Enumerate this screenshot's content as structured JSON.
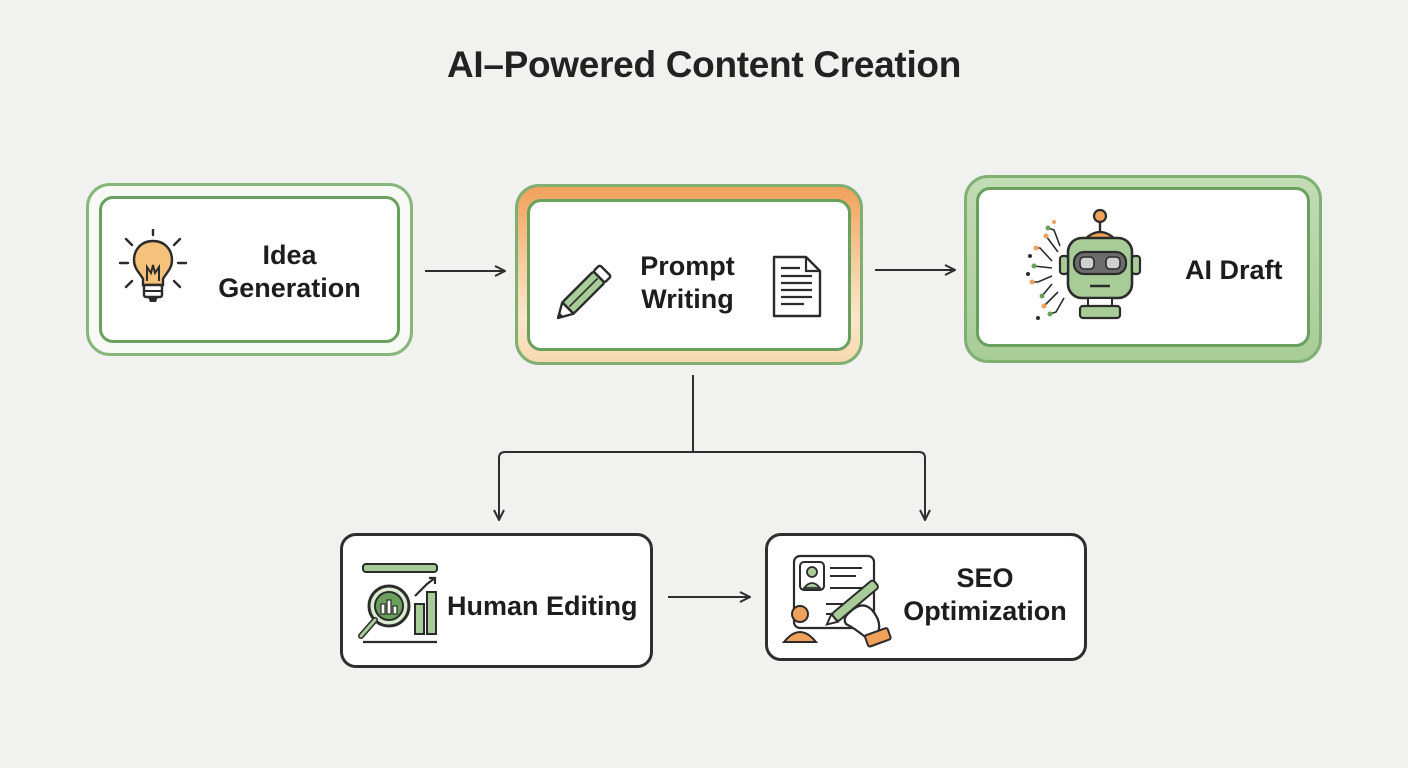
{
  "title": "AI–Powered Content Creation",
  "nodes": {
    "idea": {
      "line1": "Idea",
      "line2": "Generation"
    },
    "prompt": {
      "line1": "Prompt",
      "line2": "Writing"
    },
    "draft": {
      "label": "AI Draft"
    },
    "editing": {
      "label": "Human Editing"
    },
    "seo": {
      "line1": "SEO",
      "line2": "Optimization"
    }
  },
  "icons": {
    "idea": "lightbulb-icon",
    "prompt_left": "pencil-icon",
    "prompt_right": "document-icon",
    "draft": "robot-icon",
    "editing": "magnifier-chart-icon",
    "seo": "people-pen-icon"
  },
  "colors": {
    "background": "#f1f1f0",
    "green_border": "#6aa05e",
    "green_fill": "#a8cc98",
    "orange_accent": "#f0a15a",
    "dark_stroke": "#2e2e2e"
  }
}
